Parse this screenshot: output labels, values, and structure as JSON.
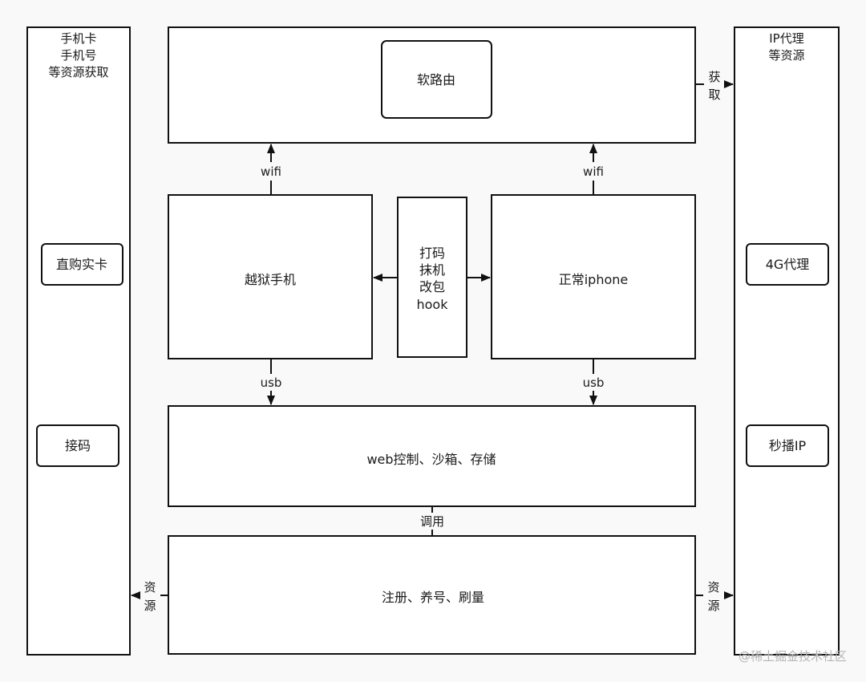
{
  "colors": {
    "background": "#f9f9f9",
    "box_fill": "#ffffff",
    "stroke": "#111111",
    "text": "#1a1a1a",
    "watermark": "#b5b5b5"
  },
  "left_panel": {
    "title_lines": [
      "手机卡",
      "手机号",
      "等资源获取"
    ],
    "items": [
      "直购实卡",
      "接码"
    ]
  },
  "right_panel": {
    "title_lines": [
      "IP代理",
      "等资源"
    ],
    "items": [
      "4G代理",
      "秒播IP"
    ]
  },
  "router": {
    "label": "软路由"
  },
  "jailbreak_phone": {
    "label": "越狱手机"
  },
  "normal_iphone": {
    "label": "正常iphone"
  },
  "tools": {
    "lines": [
      "打码",
      "抹机",
      "改包",
      "hook"
    ]
  },
  "web_control": {
    "label": "web控制、沙箱、存储"
  },
  "operations": {
    "label": "注册、养号、刷量"
  },
  "edge_labels": {
    "wifi_left": "wifi",
    "wifi_right": "wifi",
    "usb_left": "usb",
    "usb_right": "usb",
    "call": "调用",
    "get_lines": [
      "获",
      "取"
    ],
    "resource_left_lines": [
      "资",
      "源"
    ],
    "resource_right_lines": [
      "资",
      "源"
    ]
  },
  "watermark": "@稀土掘金技术社区"
}
